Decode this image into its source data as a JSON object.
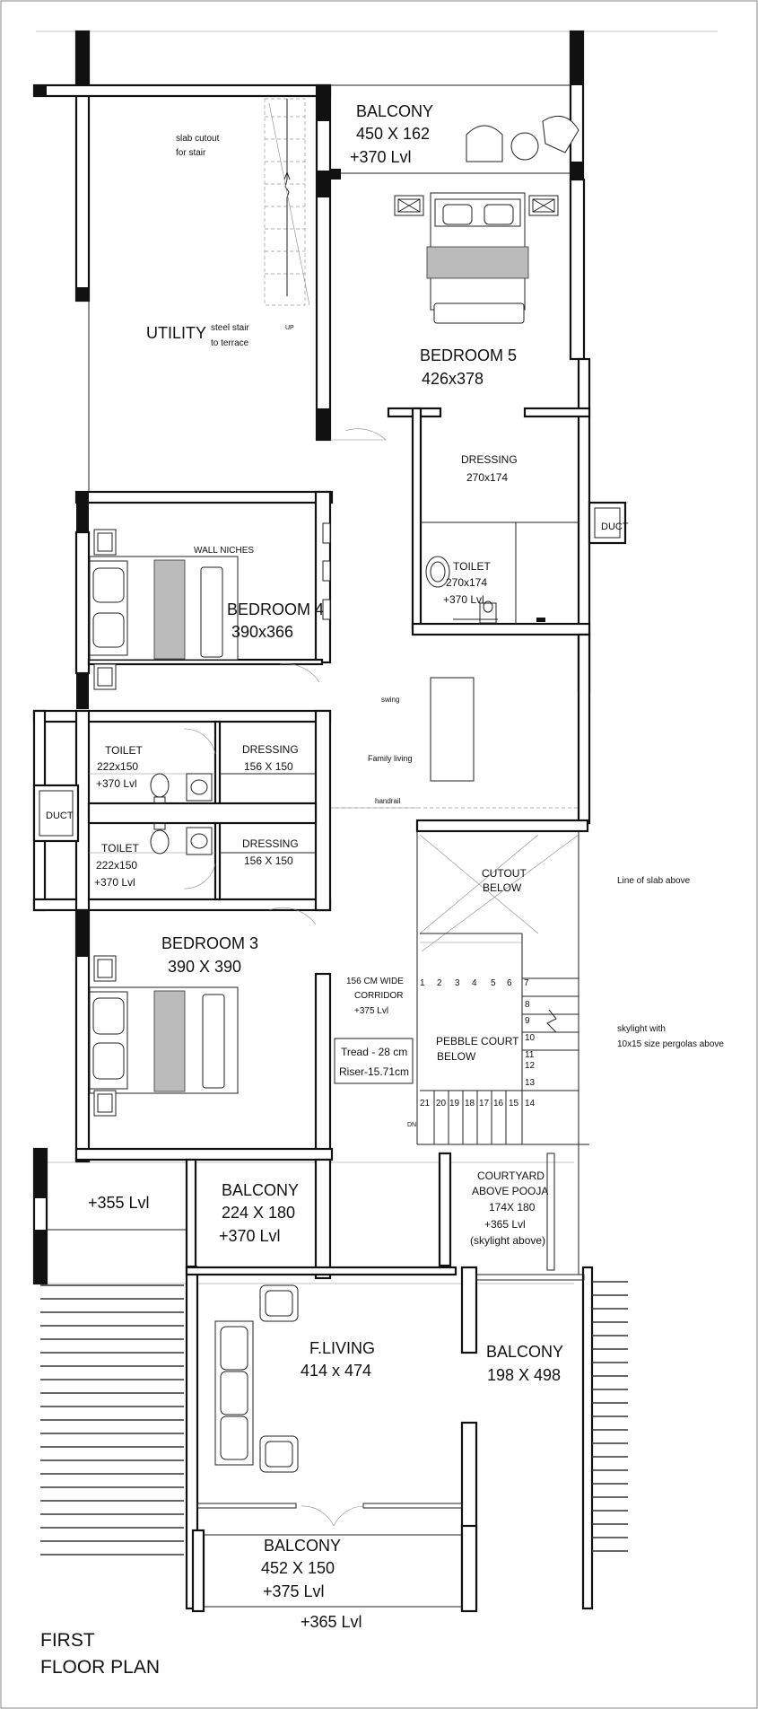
{
  "drawing_title": {
    "line1": "FIRST",
    "line2": "FLOOR PLAN"
  },
  "rooms": {
    "balcony_top": {
      "name": "BALCONY",
      "size": "450 X 162",
      "level": "+370 Lvl"
    },
    "utility": {
      "name": "UTILITY"
    },
    "bedroom5": {
      "name": "BEDROOM 5",
      "size": "426x378"
    },
    "dressing5": {
      "name": "DRESSING",
      "size": "270x174"
    },
    "toilet5": {
      "name": "TOILET",
      "size": "270x174",
      "level": "+370 Lvl"
    },
    "bedroom4": {
      "name": "BEDROOM 4",
      "size": "390x366"
    },
    "toilet_a": {
      "name": "TOILET",
      "size": "222x150",
      "level": "+370 Lvl"
    },
    "dressing_a": {
      "name": "DRESSING",
      "size": "156 X 150"
    },
    "toilet_b": {
      "name": "TOILET",
      "size": "222x150",
      "level": "+370 Lvl"
    },
    "dressing_b": {
      "name": "DRESSING",
      "size": "156 X 150"
    },
    "bedroom3": {
      "name": "BEDROOM 3",
      "size": "390 X 390"
    },
    "balcony_mid": {
      "name": "BALCONY",
      "size": "224 X 180",
      "level": "+370 Lvl"
    },
    "courtyard": {
      "line1": "COURTYARD",
      "line2": "ABOVE POOJA",
      "size": "174X 180",
      "level": "+365 Lvl",
      "note": "(skylight above)"
    },
    "f_living": {
      "name": "F.LIVING",
      "size": "414 x 474"
    },
    "balcony_right": {
      "name": "BALCONY",
      "size": "198 X 498"
    },
    "balcony_bottom": {
      "name": "BALCONY",
      "size": "452 X 150",
      "level": "+375 Lvl"
    },
    "cutout": {
      "line1": "CUTOUT",
      "line2": "BELOW"
    },
    "pebble": {
      "line1": "PEBBLE COURT",
      "line2": "BELOW"
    }
  },
  "ducts": {
    "top": "DUCT",
    "left": "DUCT"
  },
  "levels": {
    "left_355": "+355 Lvl",
    "bottom_365": "+365 Lvl"
  },
  "notes": {
    "slab_cutout_1": "slab cutout",
    "slab_cutout_2": "for stair",
    "steel_stair_1": "steel stair",
    "steel_stair_2": "to terrace",
    "up": "UP",
    "wall_niches": "WALL NICHES",
    "swing": "swing",
    "family_living": "Family living",
    "handrail": "handrail",
    "corridor_1": "156 CM WIDE",
    "corridor_2": "CORRIDOR",
    "corridor_3": "+375 Lvl",
    "tread": "Tread - 28 cm",
    "riser": "Riser-15.71cm",
    "dn": "DN",
    "line_of_slab": "Line of slab above",
    "skylight_1": "skylight with",
    "skylight_2": "10x15 size pergolas above"
  },
  "stair_numbers": [
    "1",
    "2",
    "3",
    "4",
    "5",
    "6",
    "7",
    "8",
    "9",
    "10",
    "11",
    "12",
    "13",
    "14",
    "15",
    "16",
    "17",
    "18",
    "19",
    "20",
    "21"
  ]
}
